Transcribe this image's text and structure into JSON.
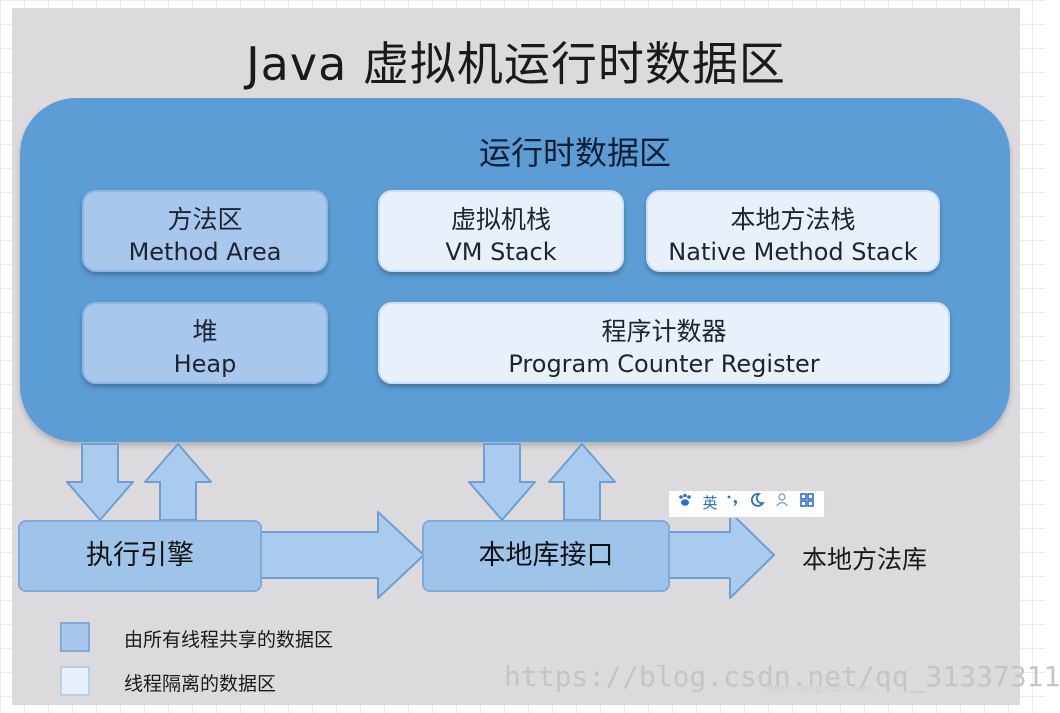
{
  "title": "Java 虚拟机运行时数据区",
  "runtime_area": {
    "title": "运行时数据区",
    "method_area": {
      "cn": "方法区",
      "en": "Method Area"
    },
    "vm_stack": {
      "cn": "虚拟机栈",
      "en": "VM Stack"
    },
    "native_stack": {
      "cn": "本地方法栈",
      "en": "Native Method Stack"
    },
    "heap": {
      "cn": "堆",
      "en": "Heap"
    },
    "pc_register": {
      "cn": "程序计数器",
      "en": "Program Counter Register"
    }
  },
  "flow": {
    "execution_engine": "执行引擎",
    "native_interface": "本地库接口",
    "native_library": "本地方法库"
  },
  "legend": {
    "shared": "由所有线程共享的数据区",
    "isolated": "线程隔离的数据区"
  },
  "colors": {
    "shared": "#a7c8ec",
    "isolated": "#e8f0fb",
    "runtime_area": "#5b9dd4",
    "arrow_fill": "#a9cbee",
    "arrow_stroke": "#6e9fd2"
  },
  "watermark": "https://blog.csdn.net/qq_31337311",
  "watermark_small": "https://blog.csdn.net/...",
  "ime_toolbar": {
    "icons": [
      "paw-icon",
      "language-icon",
      "punctuation-icon",
      "moon-icon",
      "user-icon",
      "grid-icon"
    ],
    "lang_label": "英"
  }
}
